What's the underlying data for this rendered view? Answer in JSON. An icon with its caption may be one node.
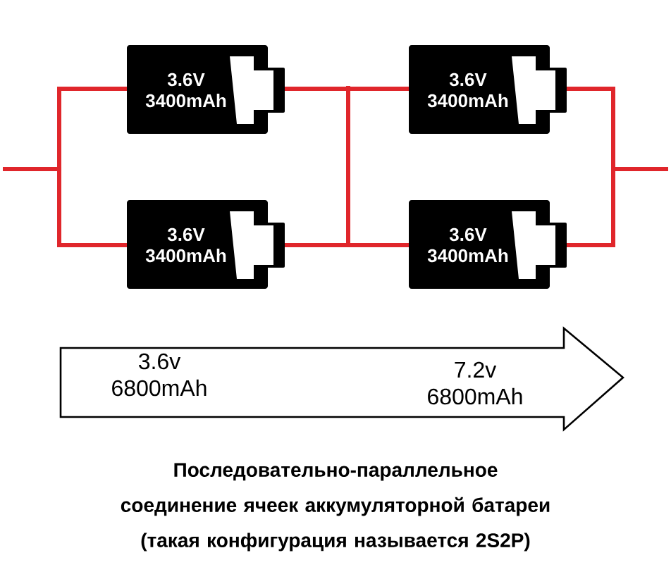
{
  "diagram": {
    "caption": "Последовательно-параллельное соединение ячеек аккумуляторной батареи (такая конфигурация называется 2S2P)",
    "nodes": [
      {
        "text": [
          "3.6V 3400mAh"
        ]
      },
      {
        "text": [
          "3.6V 3400mAh"
        ]
      },
      {
        "text": [
          "3.6V 3400mAh"
        ]
      },
      {
        "text": [
          "3.6V 3400mAh"
        ]
      },
      {
        "text": [
          "3.6v 6800mAh",
          "7.2v 6800mAh"
        ]
      }
    ],
    "edges": [
      {
        "from": null,
        "to": 0,
        "arrow": "none",
        "color": "#e0262b"
      },
      {
        "from": null,
        "to": 1,
        "arrow": "none",
        "color": "#e0262b"
      },
      {
        "from": 0,
        "to": 2,
        "arrow": "none",
        "color": "#e0262b"
      },
      {
        "from": 0,
        "to": 3,
        "arrow": "none",
        "color": "#e0262b"
      },
      {
        "from": 1,
        "to": 2,
        "arrow": "none",
        "color": "#e0262b"
      },
      {
        "from": 1,
        "to": 3,
        "arrow": "none",
        "color": "#e0262b"
      },
      {
        "from": 2,
        "to": null,
        "arrow": "none",
        "color": "#e0262b"
      },
      {
        "from": 3,
        "to": null,
        "arrow": "none",
        "color": "#e0262b"
      }
    ]
  }
}
